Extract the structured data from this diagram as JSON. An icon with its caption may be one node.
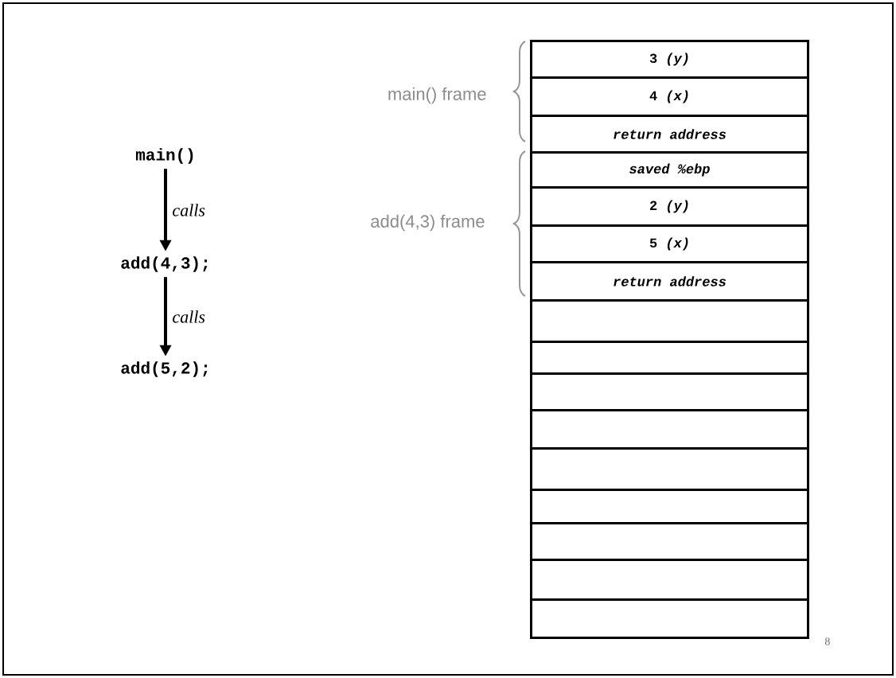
{
  "diagram": {
    "nodes": [
      {
        "text": [
          "main()"
        ]
      },
      {
        "text": [
          "add(4,3);"
        ]
      },
      {
        "text": [
          "add(5,2);"
        ]
      },
      {
        "text": [
          "3 *(y)*"
        ]
      },
      {
        "text": [
          "4 *(x)*"
        ]
      },
      {
        "text": [
          "*return address*"
        ]
      },
      {
        "text": [
          "*saved %ebp*"
        ]
      },
      {
        "text": [
          "2 *(y)*"
        ]
      },
      {
        "text": [
          "5 *(x)*"
        ]
      },
      {
        "text": [
          "*return address*"
        ]
      },
      {
        "text": [],
        "shape": "box"
      },
      {
        "text": [],
        "shape": "box"
      },
      {
        "text": [],
        "shape": "box"
      },
      {
        "text": [],
        "shape": "box"
      },
      {
        "text": [],
        "shape": "box"
      },
      {
        "text": [],
        "shape": "box"
      },
      {
        "text": [],
        "shape": "box"
      },
      {
        "text": [],
        "shape": "box"
      },
      {
        "text": [],
        "shape": "box"
      }
    ],
    "edges": [
      {
        "from": 0,
        "to": 1,
        "arrow": "to",
        "label": "calls"
      },
      {
        "from": 1,
        "to": 2,
        "arrow": "to",
        "label": "calls"
      }
    ],
    "labels": [
      "main() frame",
      "add(4,3) frame",
      "8"
    ]
  }
}
